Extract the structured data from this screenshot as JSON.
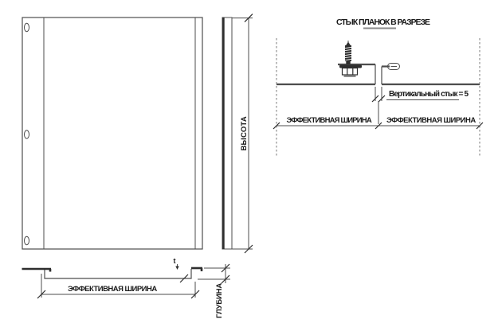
{
  "colors": {
    "background": "#ffffff",
    "line": "#4d4d4d",
    "line-dark": "#2e2e2e",
    "text": "#1a1a1a",
    "underline": "#8a8a8a"
  },
  "front_view": {
    "height_label": "ВЫСОТА",
    "mounting_slots": 3
  },
  "section_view": {
    "width_label": "ЭФФЕКТИВНАЯ ШИРИНА",
    "depth_label": "ГЛУБИНА",
    "thickness_label": "t"
  },
  "joint_view": {
    "title": "СТЫК ПЛАНОК В РАЗРЕЗЕ",
    "gap_label": "Вертикальный стык = 5",
    "gap_value": 5,
    "left_width_label": "ЭФФЕКТИВНАЯ ШИРИНА",
    "right_width_label": "ЭФФЕКТИВНАЯ ШИРИНА"
  }
}
